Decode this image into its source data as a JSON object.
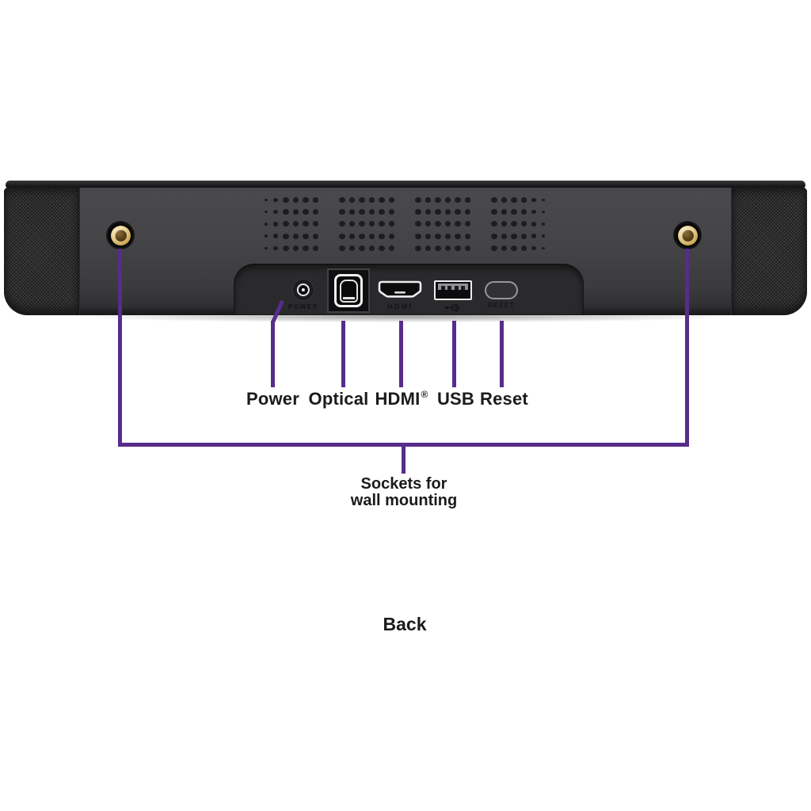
{
  "figure": {
    "caption": "Back"
  },
  "port_callouts": [
    {
      "id": "power",
      "label": "Power",
      "sup": ""
    },
    {
      "id": "optical",
      "label": "Optical",
      "sup": ""
    },
    {
      "id": "hdmi",
      "label": "HDMI",
      "sup": "®"
    },
    {
      "id": "usb",
      "label": "USB",
      "sup": ""
    },
    {
      "id": "reset",
      "label": "Reset",
      "sup": ""
    }
  ],
  "device_panel": {
    "power_label": "POWER",
    "hdmi_label": "HDMI",
    "reset_label": "RESET"
  },
  "wall_mount": {
    "caption_line1": "Sockets for",
    "caption_line2": "wall mounting"
  },
  "icons": {
    "power": "dc-power-jack-icon",
    "optical": "toslink-optical-port-icon",
    "hdmi": "hdmi-port-icon",
    "usb": "usb-a-port-icon",
    "usb_symbol": "usb-trident-icon",
    "reset": "reset-pill-button-icon",
    "mount": "wall-mount-socket-icon"
  },
  "colors": {
    "accent_purple": "#572c8a",
    "body_gray": "#414143",
    "panel_gray": "#2a2a2c",
    "grille_gray": "#39393b",
    "socket_gold": "#d8bc77",
    "label_text": "#1b1b1d",
    "background": "#ffffff"
  },
  "vents": {
    "rows": 5,
    "groups": 4,
    "cols_per_group": 6
  }
}
